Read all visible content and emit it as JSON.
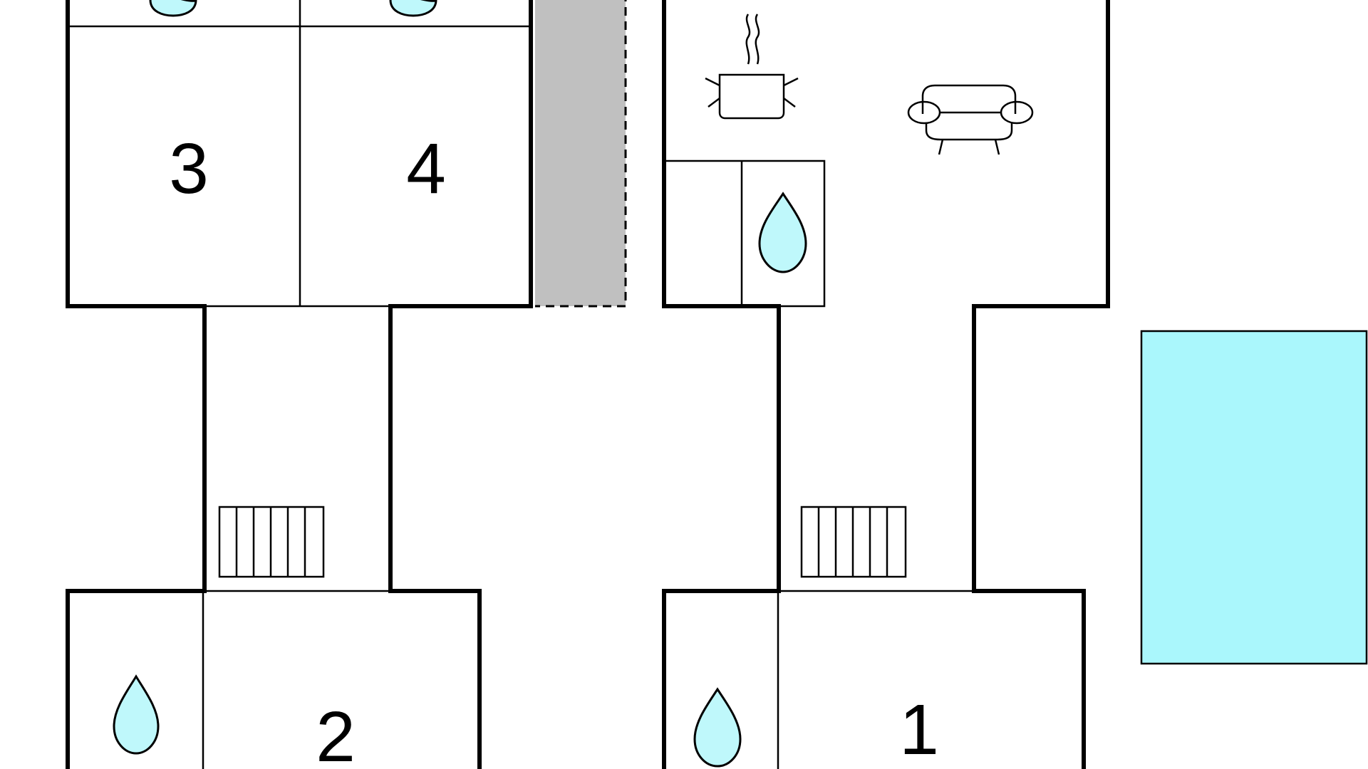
{
  "rooms": [
    {
      "id": "bedroom-3",
      "label": "3"
    },
    {
      "id": "bedroom-4",
      "label": "4"
    },
    {
      "id": "bedroom-2",
      "label": "2"
    },
    {
      "id": "bedroom-1",
      "label": "1"
    }
  ],
  "colors": {
    "wall": "#000000",
    "bathroom_drop": "#bff8fb",
    "pool": "#aaf7fc",
    "terrace": "#c0c0c0",
    "background": "#ffffff"
  },
  "icons": {
    "bathroom": "water-drop-icon",
    "kitchen": "cooking-pot-icon",
    "living": "sofa-icon",
    "heating": "radiator-icon"
  }
}
